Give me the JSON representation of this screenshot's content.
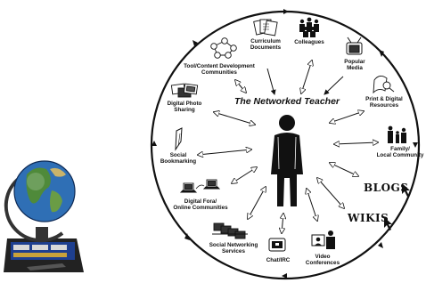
{
  "diagram": {
    "title": "The Networked Teacher",
    "nodes": [
      {
        "id": "curriculum",
        "icon": "documents-icon",
        "lines": [
          "Curriculum",
          "Documents"
        ]
      },
      {
        "id": "colleagues",
        "icon": "people-group-icon",
        "lines": [
          "Colleagues"
        ]
      },
      {
        "id": "popular-media",
        "icon": "television-icon",
        "lines": [
          "Popular",
          "Media"
        ]
      },
      {
        "id": "print-digital",
        "icon": "reader-icon",
        "lines": [
          "Print & Digital",
          "Resources"
        ]
      },
      {
        "id": "family",
        "icon": "family-icon",
        "lines": [
          "Family/",
          "Local Community"
        ]
      },
      {
        "id": "blogs",
        "icon": "cursor-icon",
        "lines": [
          "BLOGS"
        ]
      },
      {
        "id": "wikis",
        "icon": "cursor-icon",
        "lines": [
          "WIKIS"
        ]
      },
      {
        "id": "video-conf",
        "icon": "video-conference-icon",
        "lines": [
          "Video",
          "Conferences"
        ]
      },
      {
        "id": "chat",
        "icon": "chat-icon",
        "lines": [
          "Chat/IRC"
        ]
      },
      {
        "id": "social-net",
        "icon": "computers-icon",
        "lines": [
          "Social Networking",
          "Services"
        ]
      },
      {
        "id": "digital-fora",
        "icon": "laptops-icon",
        "lines": [
          "Digital Fora/",
          "Online Communities"
        ]
      },
      {
        "id": "bookmarking",
        "icon": "bookmark-icon",
        "lines": [
          "Social",
          "Bookmarking"
        ]
      },
      {
        "id": "photo-sharing",
        "icon": "photos-icon",
        "lines": [
          "Digital Photo",
          "Sharing"
        ]
      },
      {
        "id": "tool-dev",
        "icon": "network-icon",
        "lines": [
          "Tool/Content Development",
          "Communities"
        ]
      }
    ],
    "colors": {
      "ink": "#111111",
      "background": "#ffffff",
      "globe_ocean": "#2f6fb5",
      "globe_land": "#4f8a3a"
    }
  }
}
